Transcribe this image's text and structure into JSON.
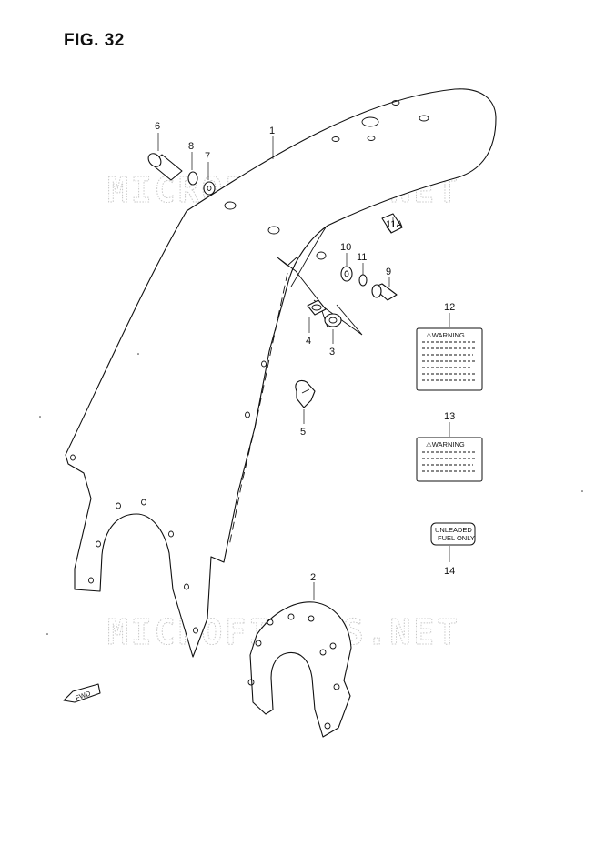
{
  "figure": {
    "title": "FIG. 32"
  },
  "watermark": {
    "text": "MICROFICHES.NET"
  },
  "callouts": {
    "p1": "1",
    "p2": "2",
    "p3": "3",
    "p4": "4",
    "p5": "5",
    "p6": "6",
    "p7": "7",
    "p8": "8",
    "p9": "9",
    "p10": "10",
    "p11": "11",
    "p11a": "11A",
    "p12": "12",
    "p13": "13",
    "p14": "14"
  },
  "labels": {
    "warning_12": "⚠WARNING",
    "warning_13": "⚠WARNING",
    "fuel_line1": "UNLEADED",
    "fuel_line2": "FUEL ONLY"
  },
  "direction": {
    "text": "FWD"
  }
}
